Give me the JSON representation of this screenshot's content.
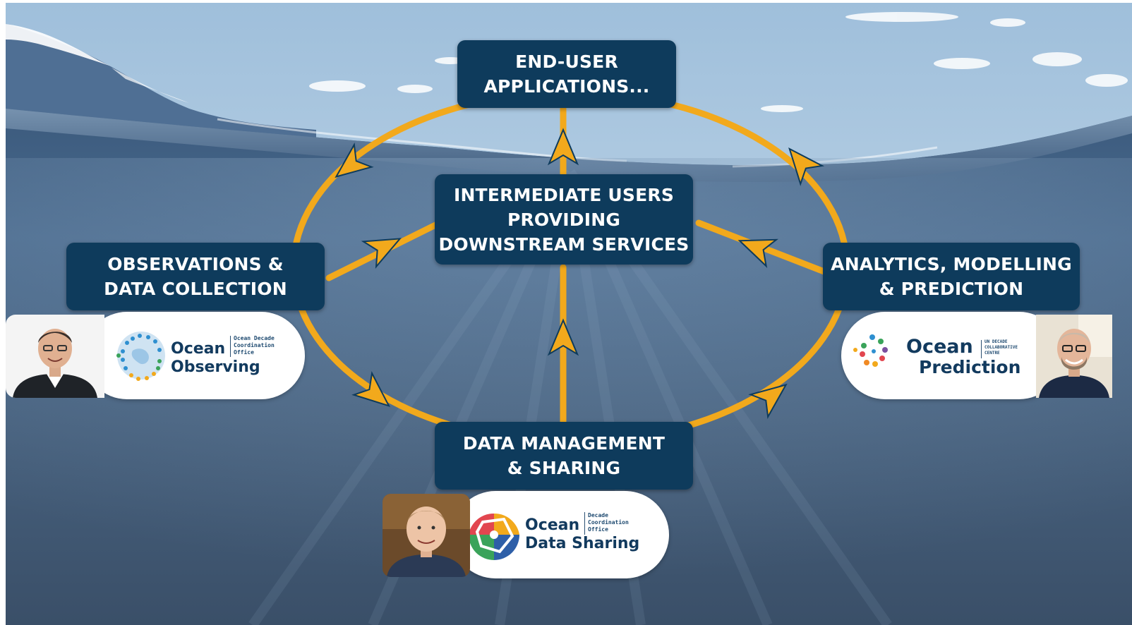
{
  "nodes": {
    "end_user": {
      "line1": "END-USER",
      "line2": "APPLICATIONS..."
    },
    "intermediate": {
      "line1": "INTERMEDIATE USERS",
      "line2": "PROVIDING",
      "line3": "DOWNSTREAM SERVICES"
    },
    "observations": {
      "line1": "OBSERVATIONS &",
      "line2": "DATA COLLECTION"
    },
    "analytics": {
      "line1": "ANALYTICS, MODELLING",
      "line2": "& PREDICTION"
    },
    "data_management": {
      "line1": "DATA MANAGEMENT",
      "line2": "& SHARING"
    }
  },
  "logos": {
    "observing": {
      "word1": "Ocean",
      "word2": "Observing",
      "small": [
        "Ocean Decade",
        "Coordination",
        "Office"
      ]
    },
    "prediction": {
      "word1": "Ocean",
      "word2": "Prediction",
      "small": [
        "UN DECADE",
        "COLLABORATIVE",
        "CENTRE"
      ]
    },
    "data_sharing": {
      "word1": "Ocean",
      "word2": "Data Sharing",
      "small": [
        "Decade",
        "Coordination",
        "Office"
      ]
    }
  },
  "colors": {
    "node_fill": "#0e3b5c",
    "arrow": "#f2a91c",
    "sky": "#b9d2e6",
    "ocean_deep": "#3f5d7c"
  },
  "icons": [
    "person-photo-left",
    "person-photo-right",
    "person-photo-bottom",
    "ocean-observing-globe-icon",
    "ocean-prediction-dots-icon",
    "ocean-data-sharing-network-icon"
  ]
}
